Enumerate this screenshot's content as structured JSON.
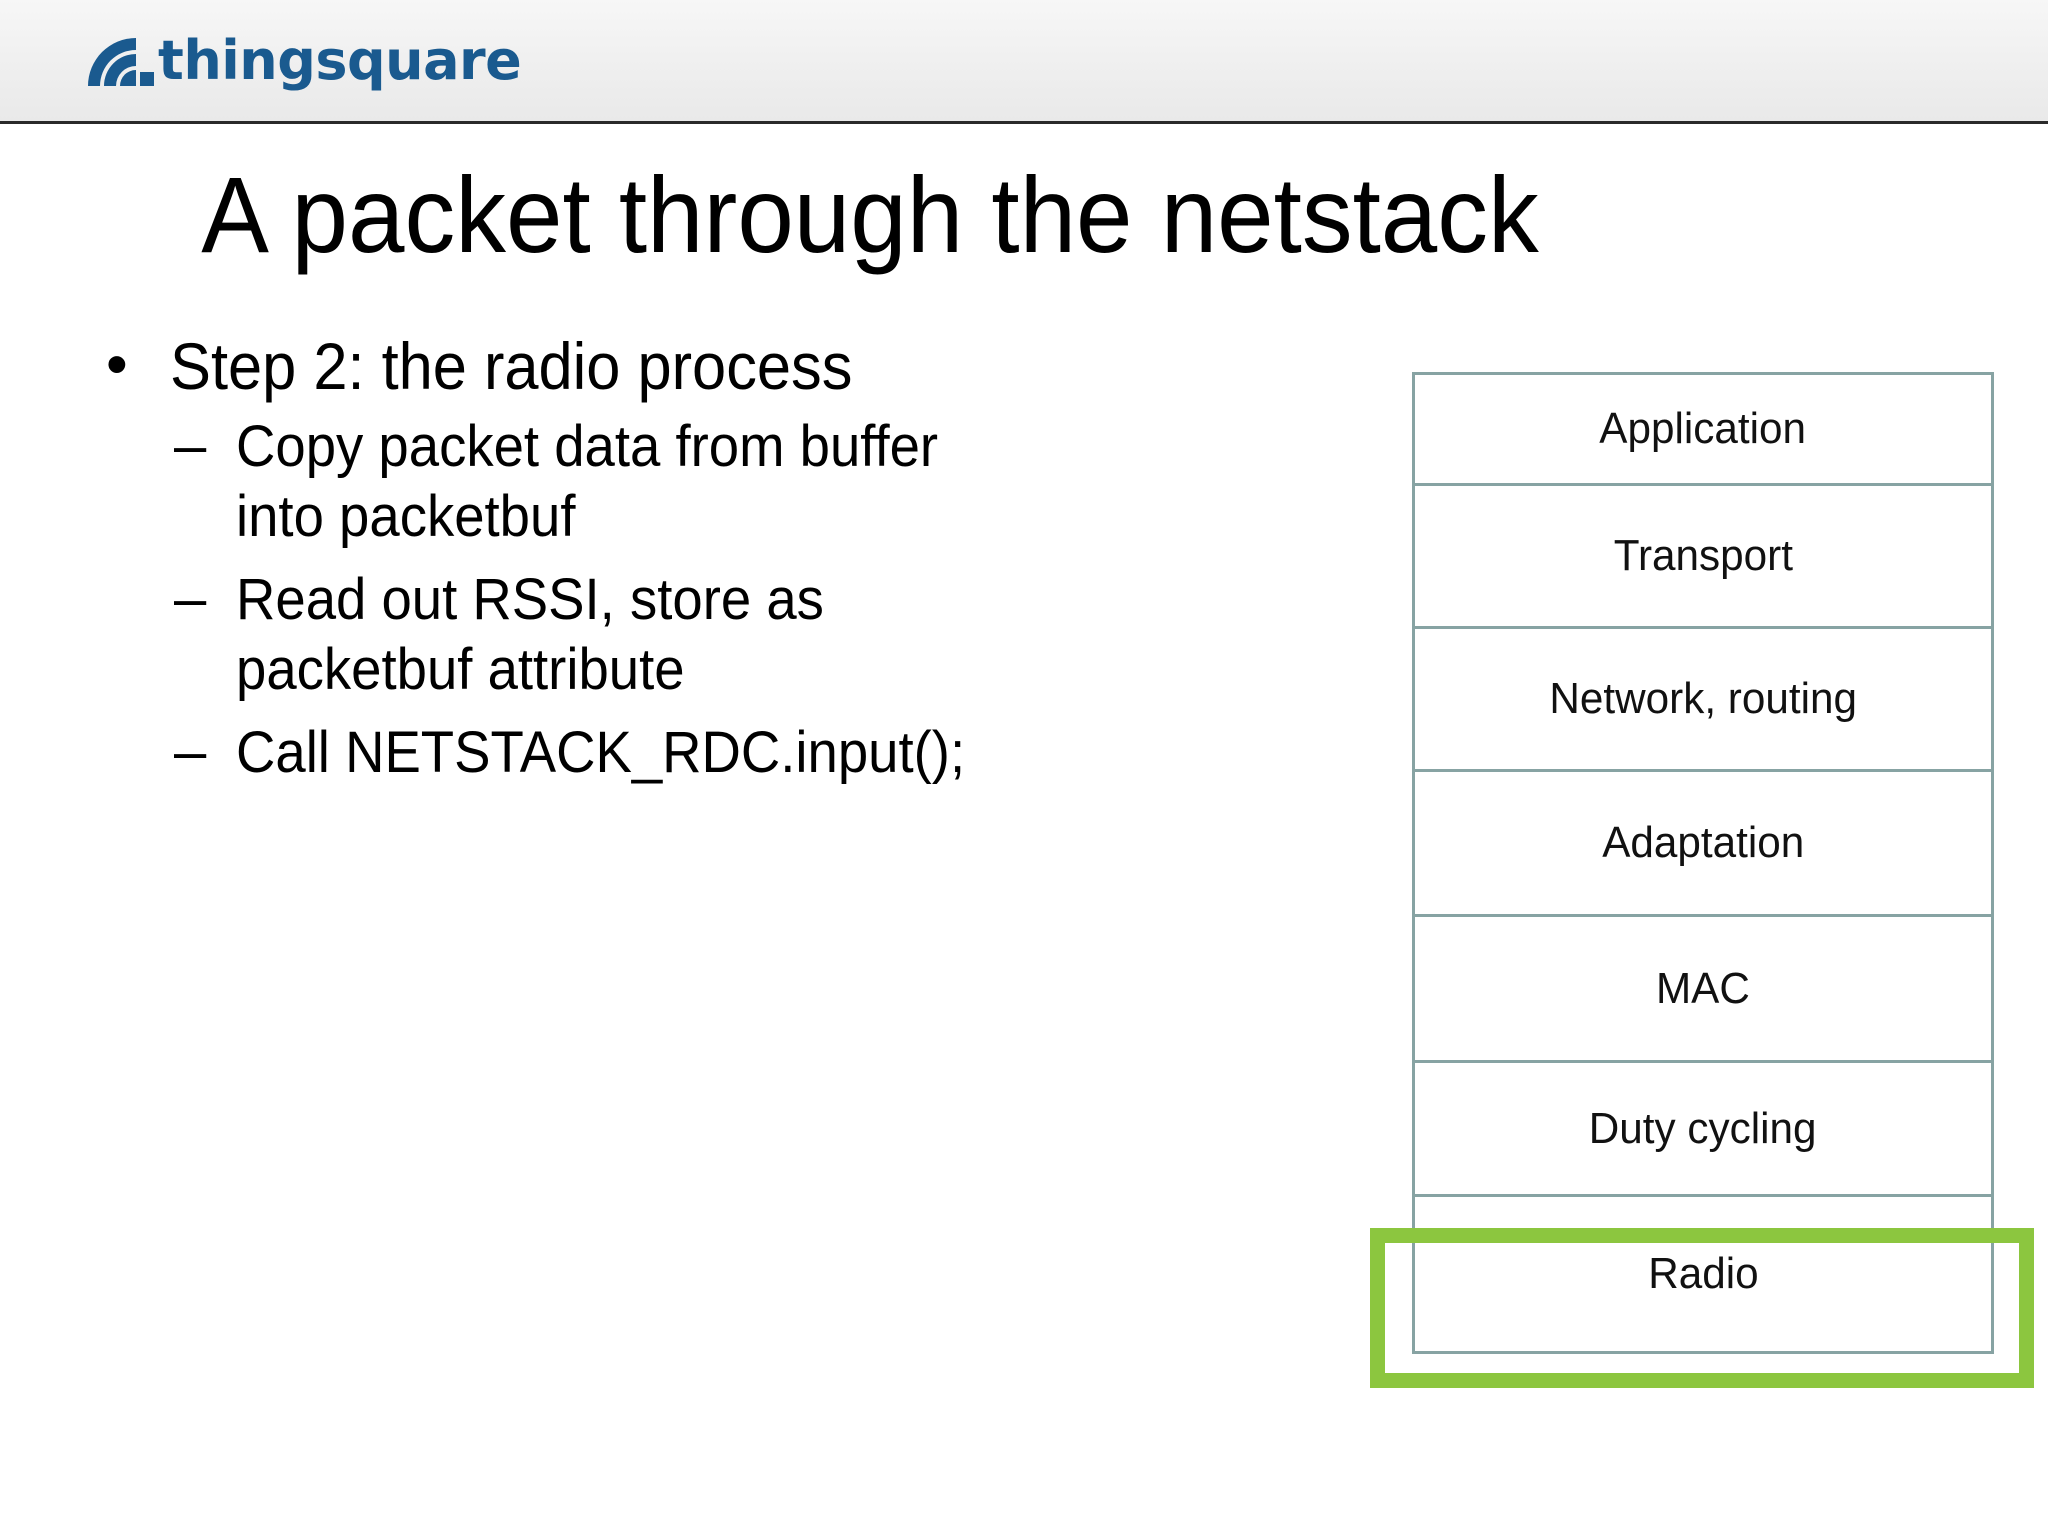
{
  "header": {
    "logo_text": "thingsquare",
    "logo_icon": "wifi-arcs-icon",
    "logo_color": "#1a5a8f",
    "background_color": "#efefef"
  },
  "title": "A packet through the netstack",
  "content": {
    "main_bullet": {
      "marker": "•",
      "text": "Step 2: the radio process"
    },
    "sub_bullets": [
      {
        "marker": "–",
        "text": "Copy packet data from buffer into packetbuf"
      },
      {
        "marker": "–",
        "text": "Read out RSSI, store as packetbuf attribute"
      },
      {
        "marker": "–",
        "text": "Call NETSTACK_RDC.input();"
      }
    ]
  },
  "netstack": {
    "border_color": "#87a3a3",
    "highlight_color": "#8cc63f",
    "highlighted_layer": "Radio",
    "layers": [
      {
        "label": "Application"
      },
      {
        "label": "Transport"
      },
      {
        "label": "Network, routing"
      },
      {
        "label": "Adaptation"
      },
      {
        "label": "MAC"
      },
      {
        "label": "Duty cycling"
      },
      {
        "label": "Radio"
      }
    ]
  }
}
